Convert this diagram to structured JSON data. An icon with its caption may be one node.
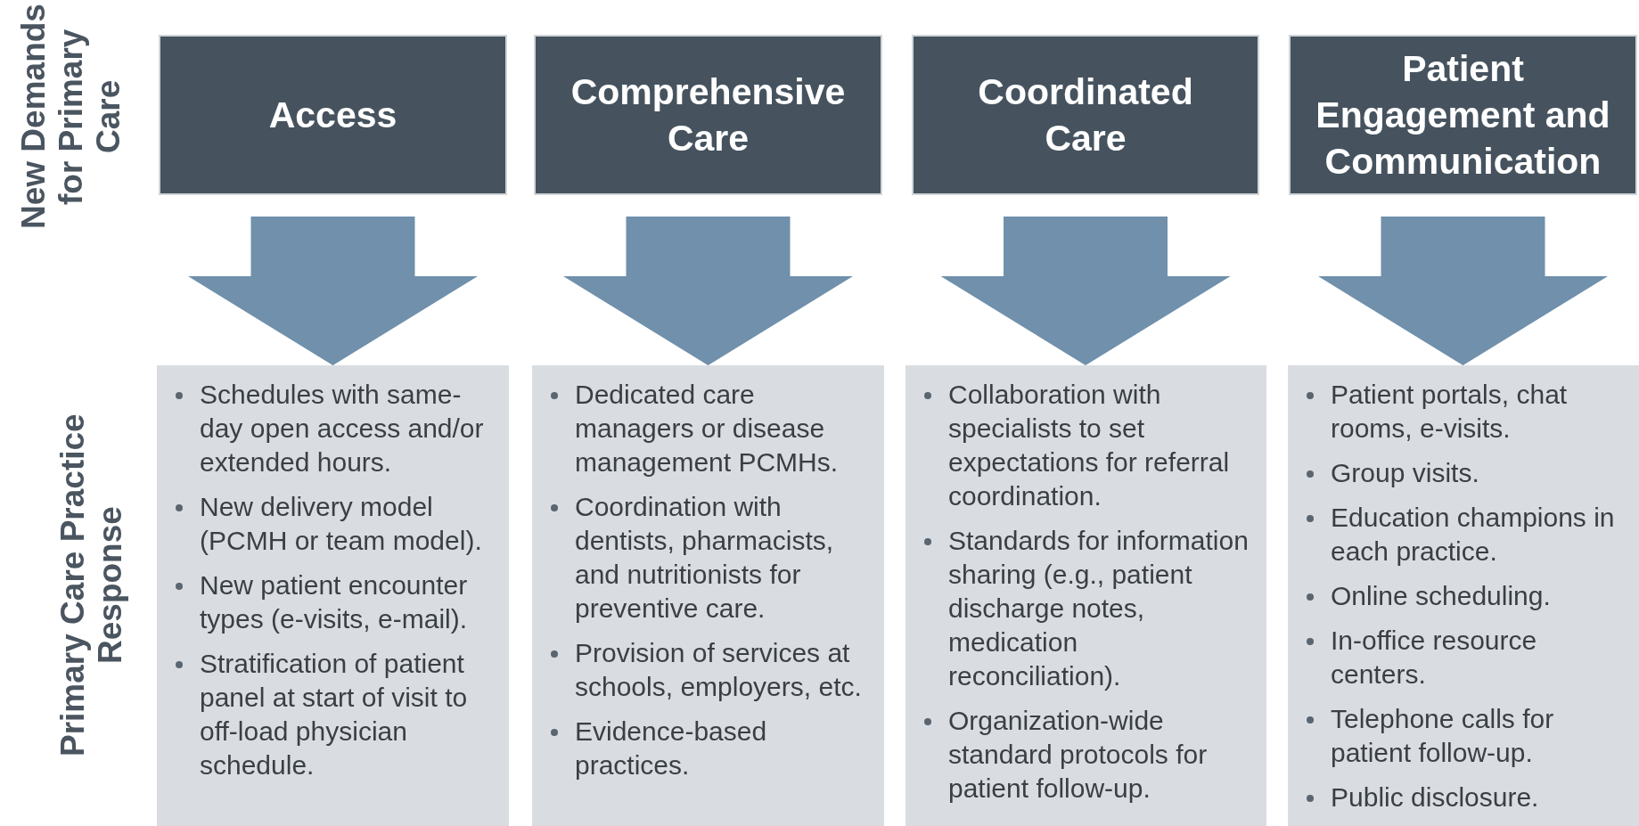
{
  "diagram": {
    "nodes": [
      {
        "text": [
          "Access"
        ]
      },
      {
        "text": [
          "Comprehensive Care"
        ]
      },
      {
        "text": [
          "Coordinated Care"
        ]
      },
      {
        "text": [
          "Patient Engagement and Communication"
        ]
      },
      {
        "text": [
          "Schedules with same-day open access and/or extended hours.",
          "New delivery model (PCMH or team model).",
          "New patient encounter types (e-visits, e-mail).",
          "Stratification of patient panel at start of visit to off-load physician schedule."
        ]
      },
      {
        "text": [
          "Dedicated care managers or disease management PCMHs.",
          "Coordination with dentists, pharmacists, and nutritionists for preventive care.",
          "Provision of services at schools, employers, etc.",
          "Evidence-based practices."
        ]
      },
      {
        "text": [
          "Collaboration with specialists to set expectations for referral coordination.",
          "Standards for information sharing (e.g., patient discharge notes, medication reconciliation).",
          "Organization-wide standard protocols for patient follow-up."
        ]
      },
      {
        "text": [
          "Patient portals, chat rooms, e-visits.",
          "Group visits.",
          "Education champions in each practice.",
          "Online scheduling.",
          "In-office resource centers.",
          "Telephone calls for patient follow-up.",
          "Public disclosure."
        ]
      }
    ],
    "edges": [
      {
        "from": 0,
        "to": 4,
        "arrow": "to"
      },
      {
        "from": 1,
        "to": 5,
        "arrow": "to"
      },
      {
        "from": 2,
        "to": 6,
        "arrow": "to"
      },
      {
        "from": 3,
        "to": 7,
        "arrow": "to"
      }
    ],
    "labels": [
      "New Demands for Primary Care",
      "Primary Care Practice Response"
    ]
  }
}
